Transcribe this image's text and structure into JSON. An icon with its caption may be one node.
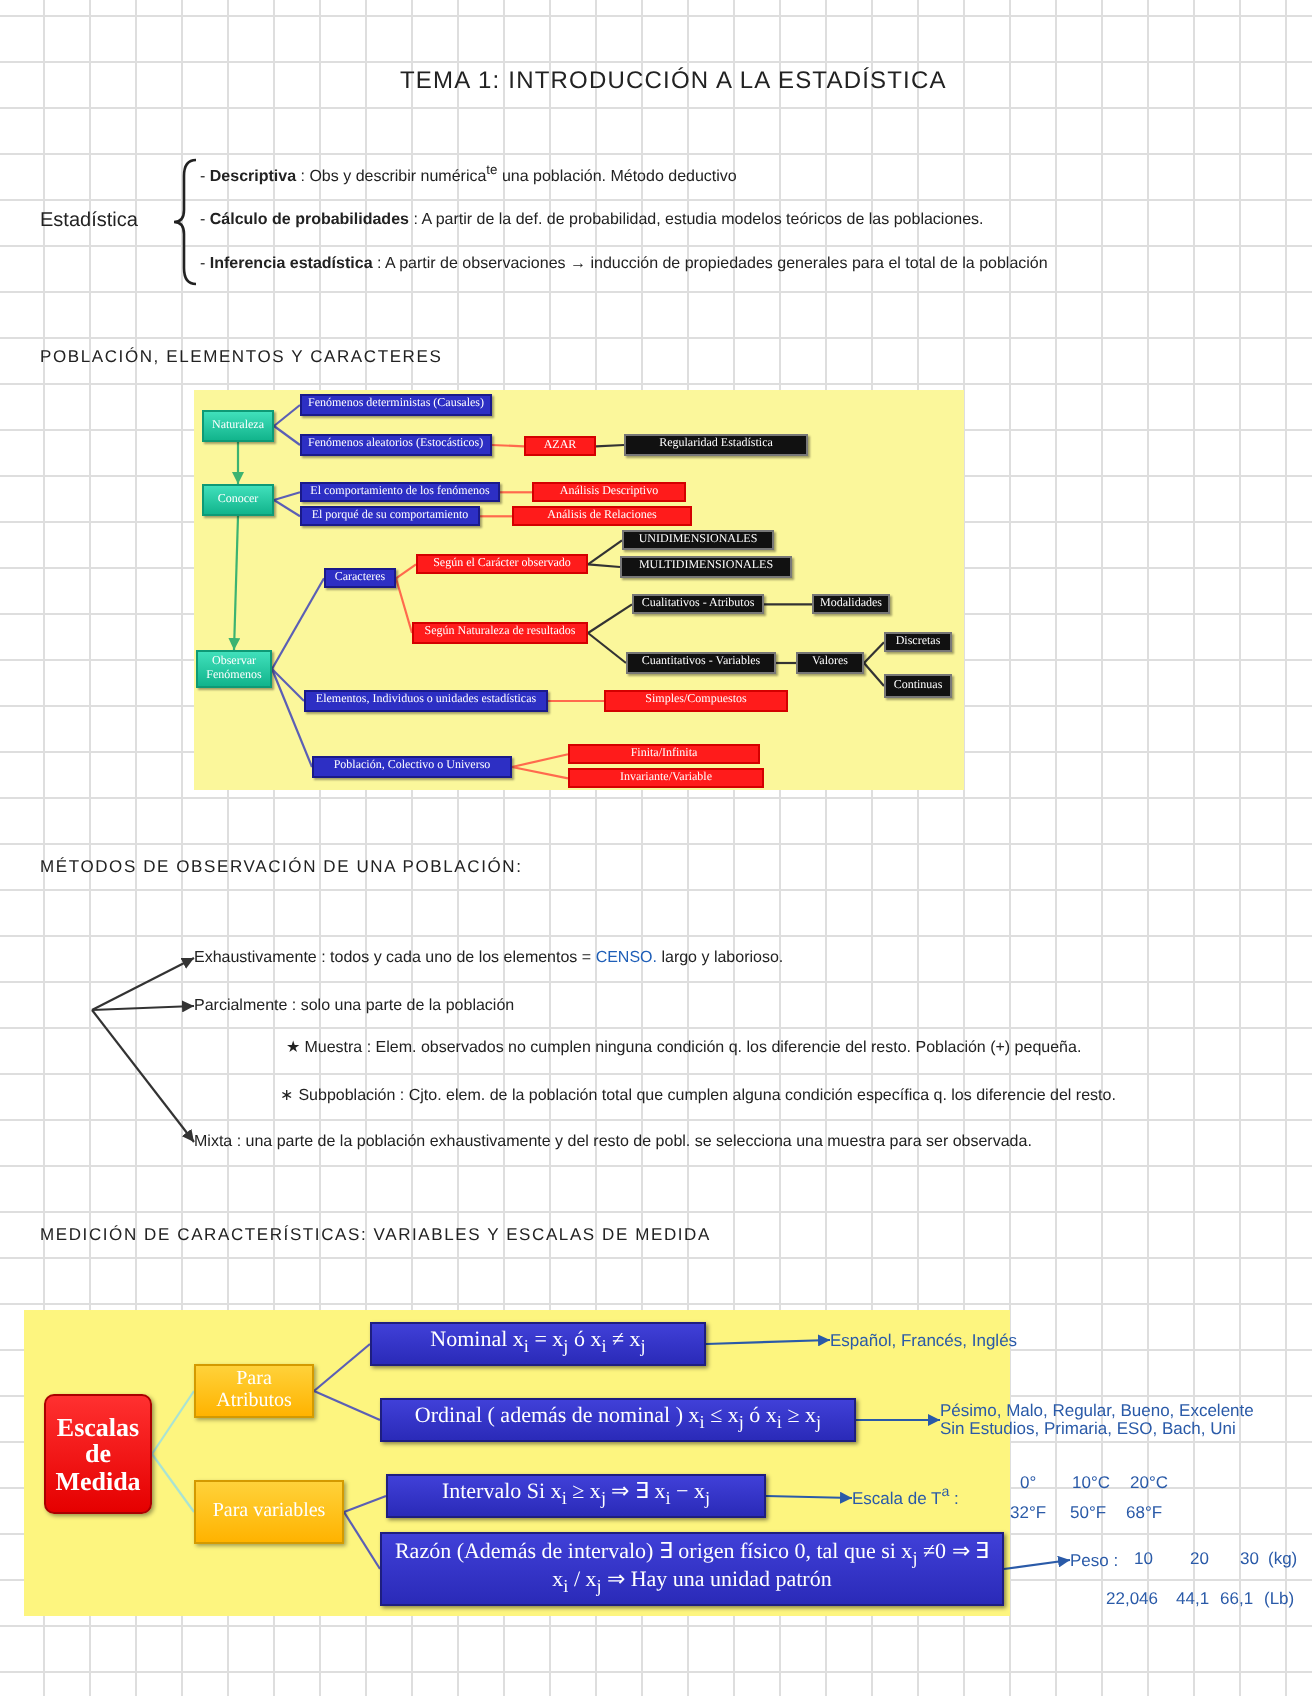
{
  "diagram": {
    "title": "TEMA 1: INTRODUCCIÓN A LA ESTADÍSTICA",
    "nodes": [
      {
        "text": [
          "Naturaleza"
        ]
      },
      {
        "text": [
          "Fenómenos deterministas (Causales)"
        ]
      },
      {
        "text": [
          "Fenómenos aleatorios (Estocásticos)"
        ]
      },
      {
        "text": [
          "AZAR"
        ]
      },
      {
        "text": [
          "Regularidad Estadística"
        ]
      },
      {
        "text": [
          "Conocer"
        ]
      },
      {
        "text": [
          "El comportamiento de los fenómenos"
        ]
      },
      {
        "text": [
          "Análisis Descriptivo"
        ]
      },
      {
        "text": [
          "El porqué de su comportamiento"
        ]
      },
      {
        "text": [
          "Análisis de Relaciones"
        ]
      },
      {
        "text": [
          "Observar Fenómenos"
        ]
      },
      {
        "text": [
          "Caracteres"
        ]
      },
      {
        "text": [
          "Según el Carácter observado"
        ]
      },
      {
        "text": [
          "UNIDIMENSIONALES"
        ]
      },
      {
        "text": [
          "MULTIDIMENSIONALES"
        ]
      },
      {
        "text": [
          "Según Naturaleza de resultados"
        ]
      },
      {
        "text": [
          "Cualitativos - Atributos"
        ]
      },
      {
        "text": [
          "Modalidades"
        ]
      },
      {
        "text": [
          "Cuantitativos - Variables"
        ]
      },
      {
        "text": [
          "Valores"
        ]
      },
      {
        "text": [
          "Discretas"
        ]
      },
      {
        "text": [
          "Continuas"
        ]
      },
      {
        "text": [
          "Elementos, Individuos o unidades estadísticas"
        ]
      },
      {
        "text": [
          "Simples/Compuestos"
        ]
      },
      {
        "text": [
          "Población, Colectivo o Universo"
        ]
      },
      {
        "text": [
          "Finita/Infinita"
        ]
      },
      {
        "text": [
          "Invariante/Variable"
        ]
      },
      {
        "text": [
          "Exhaustivamente : todos y cada uno de los elementos =",
          "CENSO.",
          "largo y laborioso."
        ]
      },
      {
        "text": [
          "Parcialmente : solo una parte de la población"
        ]
      },
      {
        "text": [
          "Mixta : una parte de la población exhaustivamente y del resto de pobl. se selecciona una muestra para ser observada."
        ]
      },
      {
        "text": [
          "Escalas de Medida"
        ]
      },
      {
        "text": [
          "Para Atributos"
        ]
      },
      {
        "text": [
          "Nominal x$_{i}$ = x$_{j}$ ó x$_{i}$ ≠ x$_{j}$"
        ]
      },
      {
        "text": [
          "Ordinal ( además de nominal ) x$_{i}$ ≤ x$_{j}$ ó x$_{i}$ ≥ x$_{j}$"
        ]
      },
      {
        "text": [
          "Para variables"
        ]
      },
      {
        "text": [
          "Intervalo Si x$_{i}$ ≥ x$_{j}$ ⇒ ∃ x$_{i}$ − x$_{j}$"
        ]
      },
      {
        "text": [
          "Razón (Además de intervalo) ∃ origen físico 0, tal que si x$_{j}$ ≠0 ⇒ ∃ x$_{i}$ / x$_{j}$ ⇒ Hay una unidad patrón"
        ]
      },
      {
        "text": [
          "Español, Francés, Inglés"
        ]
      },
      {
        "text": [
          "Pésimo, Malo, Regular, Bueno, Excelente",
          "Sin Estudios, Primaria, ESO, Bach, Uni"
        ]
      },
      {
        "text": [
          "Escala de T$^{a}$ :"
        ]
      },
      {
        "text": [
          "Peso :"
        ]
      }
    ],
    "edges": [
      {
        "from": 0,
        "to": 1,
        "arrow": "none",
        "color": "#5b5fb5"
      },
      {
        "from": 0,
        "to": 2,
        "arrow": "none",
        "color": "#5b5fb5"
      },
      {
        "from": 2,
        "to": 3,
        "arrow": "none",
        "color": "#ff6a4d"
      },
      {
        "from": 3,
        "to": 4,
        "arrow": "none"
      },
      {
        "from": 0,
        "to": 5,
        "arrow": "to",
        "color": "#3cb371"
      },
      {
        "from": 5,
        "to": 6,
        "arrow": "none",
        "color": "#5b5fb5"
      },
      {
        "from": 5,
        "to": 8,
        "arrow": "none",
        "color": "#5b5fb5"
      },
      {
        "from": 6,
        "to": 7,
        "arrow": "none",
        "color": "#ff6a4d"
      },
      {
        "from": 8,
        "to": 9,
        "arrow": "none",
        "color": "#ff6a4d"
      },
      {
        "from": 5,
        "to": 10,
        "arrow": "to",
        "color": "#3cb371"
      },
      {
        "from": 10,
        "to": 11,
        "arrow": "none",
        "color": "#5b5fb5"
      },
      {
        "from": 10,
        "to": 22,
        "arrow": "none",
        "color": "#5b5fb5"
      },
      {
        "from": 10,
        "to": 24,
        "arrow": "none",
        "color": "#5b5fb5"
      },
      {
        "from": 11,
        "to": 12,
        "arrow": "none",
        "color": "#ff6a4d"
      },
      {
        "from": 11,
        "to": 15,
        "arrow": "none",
        "color": "#ff6a4d"
      },
      {
        "from": 12,
        "to": 13,
        "arrow": "none"
      },
      {
        "from": 12,
        "to": 14,
        "arrow": "none"
      },
      {
        "from": 15,
        "to": 16,
        "arrow": "none"
      },
      {
        "from": 15,
        "to": 18,
        "arrow": "none"
      },
      {
        "from": 16,
        "to": 17,
        "arrow": "none"
      },
      {
        "from": 18,
        "to": 19,
        "arrow": "none"
      },
      {
        "from": 19,
        "to": 20,
        "arrow": "none"
      },
      {
        "from": 19,
        "to": 21,
        "arrow": "none"
      },
      {
        "from": 22,
        "to": 23,
        "arrow": "none",
        "color": "#ff6a4d"
      },
      {
        "from": 24,
        "to": 25,
        "arrow": "none",
        "color": "#ff6a4d"
      },
      {
        "from": 24,
        "to": 26,
        "arrow": "none",
        "color": "#ff6a4d"
      },
      {
        "from": null,
        "to": 27,
        "arrow": "to"
      },
      {
        "from": null,
        "to": 28,
        "arrow": "to"
      },
      {
        "from": null,
        "to": 29,
        "arrow": "to"
      },
      {
        "from": 30,
        "to": 31,
        "arrow": "none",
        "color": "#a9e3d3"
      },
      {
        "from": 30,
        "to": 34,
        "arrow": "none",
        "color": "#a9e3d3"
      },
      {
        "from": 31,
        "to": 32,
        "arrow": "none",
        "color": "#5b5fb5"
      },
      {
        "from": 31,
        "to": 33,
        "arrow": "none",
        "color": "#5b5fb5"
      },
      {
        "from": 34,
        "to": 35,
        "arrow": "none",
        "color": "#5b5fb5"
      },
      {
        "from": 34,
        "to": 36,
        "arrow": "none",
        "color": "#5b5fb5"
      },
      {
        "from": 32,
        "to": 37,
        "arrow": "to",
        "color": "#2a5aa8"
      },
      {
        "from": 33,
        "to": 38,
        "arrow": "to",
        "color": "#2a5aa8"
      },
      {
        "from": 35,
        "to": 39,
        "arrow": "to",
        "color": "#2a5aa8"
      },
      {
        "from": 36,
        "to": 40,
        "arrow": "to",
        "color": "#2a5aa8"
      }
    ],
    "labels": [
      "Estadística",
      "- **Descriptiva** : Obs y describir numérica$^{te}$ una población. Método deductivo",
      "- **Cálculo de probabilidades** : A partir de la def. de probabilidad, estudia modelos teóricos de las poblaciones.",
      "- **Inferencia estadística** : A partir de observaciones → inducción de propiedades generales para el total de la población",
      "POBLACIÓN, ELEMENTOS Y CARACTERES",
      "MÉTODOS DE OBSERVACIÓN DE UNA POBLACIÓN:",
      "★ Muestra : Elem. observados no cumplen ninguna condición q. los diferencie del resto. Población (+) pequeña.",
      "∗ Subpoblación : Cjto. elem. de la población total que cumplen alguna condición específica q. los diferencie del resto.",
      "MEDICIÓN DE CARACTERÍSTICAS: VARIABLES Y ESCALAS DE MEDIDA",
      "0°",
      "10°C",
      "20°C",
      "32°F",
      "50°F",
      "68°F",
      "10",
      "20",
      "30",
      "(kg)",
      "22,046",
      "44,1",
      "66,1",
      "(Lb)"
    ]
  }
}
